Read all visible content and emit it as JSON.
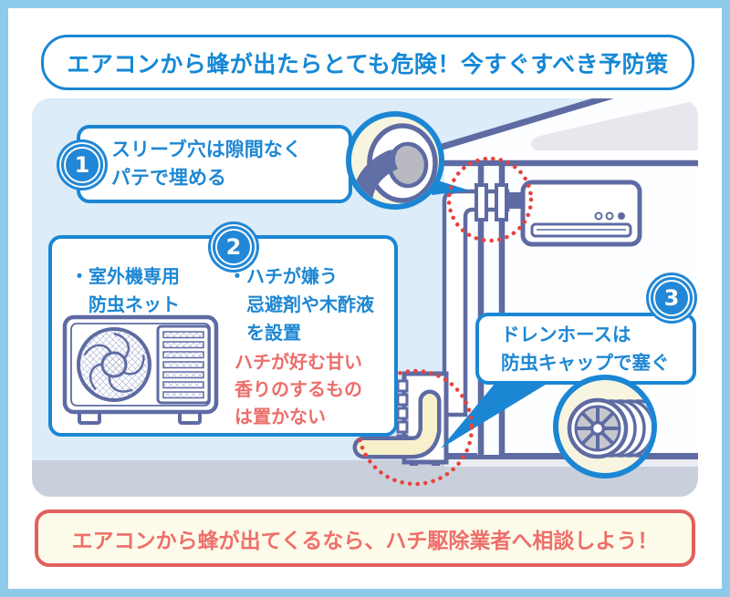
{
  "title": {
    "text": "エアコンから蜂が出たらとても危険！今すぐすべき予防策"
  },
  "callouts": [
    {
      "number": "1",
      "lines": [
        "スリーブ穴は隙間なく",
        "パテで埋める"
      ]
    },
    {
      "number": "2",
      "left_lines": [
        "・室外機専用",
        "　防虫ネット"
      ],
      "right_lines": [
        "・ハチが嫌う",
        "　忌避剤や木酢液",
        "　を設置"
      ],
      "warning_lines": [
        "ハチが好む甘い",
        "香りのするもの",
        "は置かない"
      ]
    },
    {
      "number": "3",
      "lines": [
        "ドレンホースは",
        "防虫キャップで塞ぐ"
      ]
    }
  ],
  "footer": {
    "text": "エアコンから蜂が出てくるなら、ハチ駆除業者へ相談しよう！"
  },
  "icons": [
    "putty-sleeve-magnifier-icon",
    "drain-cap-magnifier-icon",
    "outdoor-unit-icon",
    "indoor-unit-icon",
    "drain-hose-icon"
  ],
  "colors": {
    "accent_blue": "#1b86d3",
    "text_blue": "#1e87d3",
    "illustration_navy": "#5e6ba3",
    "panel_background": "#dcecf8",
    "ground_gray": "#c9d0db",
    "soffit_gray": "#e7e8ed",
    "warning_red": "#ec6d69",
    "banner_red_border": "#e2605d",
    "banner_cream": "#fdfbe9",
    "magnifier_cream": "#f7f5df",
    "hose_cream": "#f6f0cb",
    "putty_gray": "#b9bac1",
    "dotted_circle_red": "#e9423d",
    "page_border_blue": "#8ecae9"
  }
}
